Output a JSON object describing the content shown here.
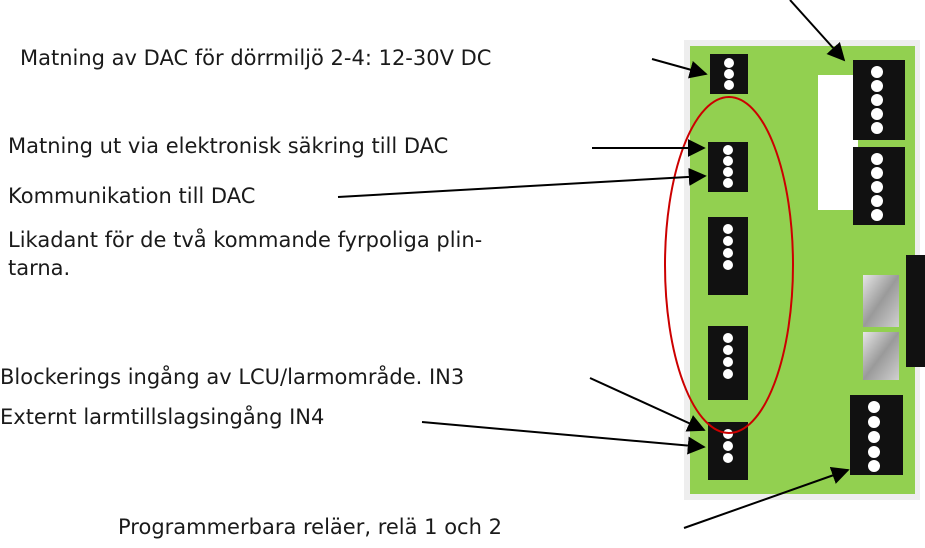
{
  "labels": {
    "supply": "Matning av DAC för dörrmiljö 2-4: 12-30V DC",
    "fused_out": "Matning ut via elektronisk säkring till DAC",
    "comm": "Kommunikation till DAC",
    "same_as_line1": "Likadant för de två kommande fyrpoliga plin-",
    "same_as_line2": "tarna.",
    "blocking": "Blockerings ingång av LCU/larmområde. IN3",
    "external": "Externt larmtillslagsingång IN4",
    "relays": "Programmerbara reläer, relä 1 och 2"
  },
  "colors": {
    "board": "#92d050",
    "board_border": "#e8e8e8",
    "terminal": "#111111",
    "pin": "#ffffff",
    "ellipse": "#cc0000",
    "arrow": "#000000"
  }
}
